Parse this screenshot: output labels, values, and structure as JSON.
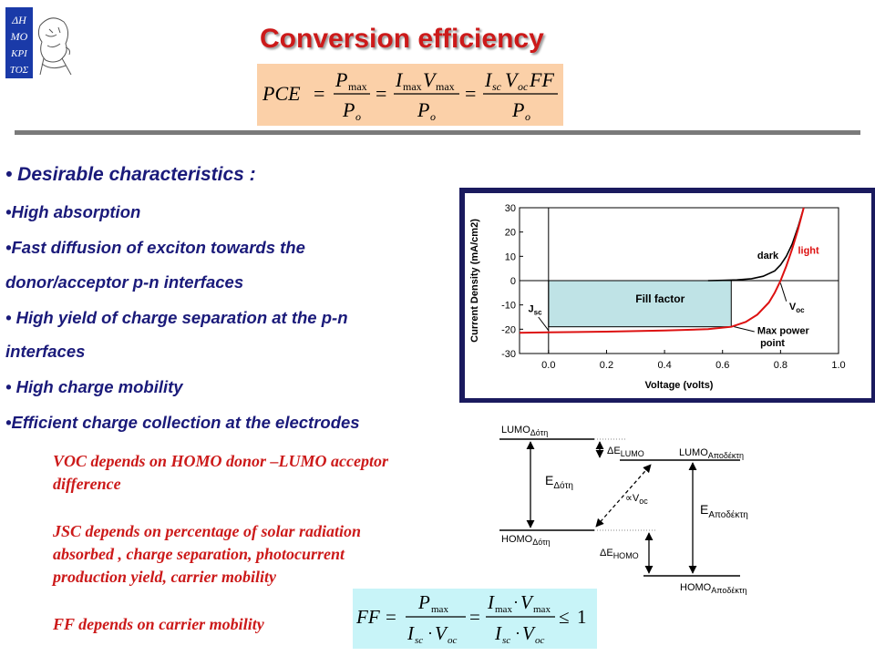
{
  "slide": {
    "title": "Conversion efficiency",
    "pce_formula": {
      "lhs": "PCE",
      "eq": "=",
      "t1_num": "P",
      "t1_num_sub": "max",
      "t1_den": "P",
      "t1_den_sub": "o",
      "t2_num_a": "I",
      "t2_num_a_sub": "max",
      "t2_num_b": "V",
      "t2_num_b_sub": "max",
      "t2_den": "P",
      "t2_den_sub": "o",
      "t3_num_a": "I",
      "t3_num_a_sub": "sc",
      "t3_num_b": "V",
      "t3_num_b_sub": "oc",
      "t3_num_c": "FF",
      "t3_den": "P",
      "t3_den_sub": "o"
    },
    "bullets": [
      "• Desirable characteristics :",
      "•High absorption",
      "•Fast diffusion of exciton towards the",
      "donor/acceptor p-n interfaces",
      "• High yield of charge separation at the p-n",
      "interfaces",
      "• High charge mobility",
      "•Efficient charge collection at the electrodes"
    ],
    "notes": [
      "VOC depends on  HOMO donor –LUMO  acceptor",
      "difference",
      "JSC depends on percentage of solar radiation",
      "absorbed , charge separation, photocurrent",
      "production yield, carrier mobility",
      "FF depends on carrier mobility"
    ],
    "ff_formula": {
      "lhs": "FF",
      "eq": "=",
      "t1_num": "P",
      "t1_num_sub": "max",
      "t1_den_a": "I",
      "t1_den_a_sub": "sc",
      "t1_den_b": "V",
      "t1_den_b_sub": "oc",
      "t2_num_a": "I",
      "t2_num_a_sub": "max",
      "t2_num_b": "V",
      "t2_num_b_sub": "max",
      "t2_den_a": "I",
      "t2_den_a_sub": "sc",
      "t2_den_b": "V",
      "t2_den_b_sub": "oc",
      "dot": "·",
      "leq": "≤",
      "one": "1"
    },
    "logo_letters": [
      "ΔΗ",
      "ΜΟ",
      "ΚΡΙ",
      "ΤΟΣ"
    ],
    "energy_diagram": {
      "lumo_donor": "LUMO",
      "lumo_donor_sub": "Δότη",
      "lumo_acceptor": "LUMO",
      "lumo_acceptor_sub": "Αποδέκτη",
      "homo_donor": "HOMO",
      "homo_donor_sub": "Δότη",
      "homo_acceptor": "HOMO",
      "homo_acceptor_sub": "Αποδέκτη",
      "e_donor": "E",
      "e_donor_sub": "Δότη",
      "e_acceptor": "E",
      "e_acceptor_sub": "Αποδέκτη",
      "delta_lumo": "ΔE",
      "delta_lumo_sub": "LUMO",
      "delta_homo": "ΔE",
      "delta_homo_sub": "HOMO",
      "voc_label": "∝V",
      "voc_label_sub": "oc"
    }
  },
  "chart_data": {
    "type": "line",
    "xlabel": "Voltage (volts)",
    "ylabel": "Current Density (mA/cm2)",
    "xlim": [
      -0.1,
      1.0
    ],
    "ylim": [
      -30,
      30
    ],
    "xticks": [
      "0.0",
      "0.2",
      "0.4",
      "0.6",
      "0.8",
      "1.0"
    ],
    "xtick_values": [
      0.0,
      0.2,
      0.4,
      0.6,
      0.8,
      1.0
    ],
    "yticks": [
      "30",
      "20",
      "10",
      "0",
      "-10",
      "-20",
      "-30"
    ],
    "ytick_values": [
      30,
      20,
      10,
      0,
      -10,
      -20,
      -30
    ],
    "grid": false,
    "series": [
      {
        "name": "dark",
        "color": "#000000",
        "x": [
          0.55,
          0.6,
          0.65,
          0.7,
          0.74,
          0.78,
          0.8,
          0.82,
          0.84,
          0.86,
          0.88
        ],
        "y": [
          0,
          0.1,
          0.3,
          0.8,
          1.8,
          4,
          6.5,
          10,
          15,
          22,
          30
        ]
      },
      {
        "name": "light",
        "color": "#dd1111",
        "x": [
          -0.1,
          0.0,
          0.2,
          0.4,
          0.55,
          0.63,
          0.68,
          0.72,
          0.76,
          0.78,
          0.8,
          0.82,
          0.84,
          0.86,
          0.88
        ],
        "y": [
          -21.5,
          -21.3,
          -21,
          -20.5,
          -20,
          -19,
          -17,
          -14,
          -9,
          -5,
          0,
          6,
          13,
          21,
          30
        ]
      }
    ],
    "annotations": [
      {
        "text": "Fill factor",
        "x": 0.3,
        "y": -9
      },
      {
        "text": "dark",
        "x": 0.72,
        "y": 9
      },
      {
        "text": "light",
        "x": 0.86,
        "y": 11
      },
      {
        "text": "J",
        "sub": "sc",
        "x": -0.07,
        "y": -13
      },
      {
        "text": "V",
        "sub": "oc",
        "x": 0.83,
        "y": -12
      },
      {
        "text": "Max power",
        "x": 0.72,
        "y": -22
      },
      {
        "text": "point",
        "x": 0.73,
        "y": -27
      }
    ],
    "fill_factor_rect": {
      "x0": 0.0,
      "x1": 0.63,
      "y0": -19,
      "y1": 0,
      "color": "#bfe3e6"
    },
    "crosshair_x": 0.0,
    "crosshair_y": 0
  }
}
